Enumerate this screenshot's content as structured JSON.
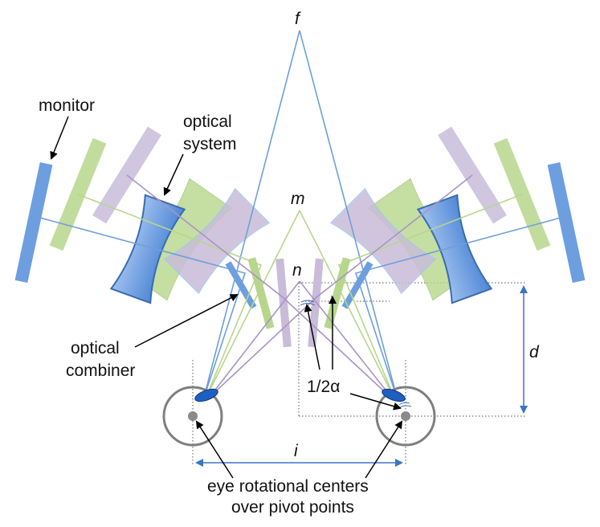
{
  "labels": {
    "f": "f",
    "m": "m",
    "n": "n",
    "d": "d",
    "i": "i",
    "monitor": "monitor",
    "optical_system_line1": "optical",
    "optical_system_line2": "system",
    "optical_combiner_line1": "optical",
    "optical_combiner_line2": "combiner",
    "half_alpha": "1/2α",
    "eye_centers_line1": "eye rotational centers",
    "eye_centers_line2": "over pivot points"
  },
  "colors": {
    "blue": "#6f9fdb",
    "blue_fill": "#6d9ee0",
    "green": "#b7d68c",
    "purple": "#c9bcd9",
    "purple_line": "#a894c4",
    "lens_blue_stroke": "#3a6cb0",
    "eye_gray": "#7f7f7f",
    "arrow": "#000000",
    "dim_arrow": "#3a75c4"
  }
}
